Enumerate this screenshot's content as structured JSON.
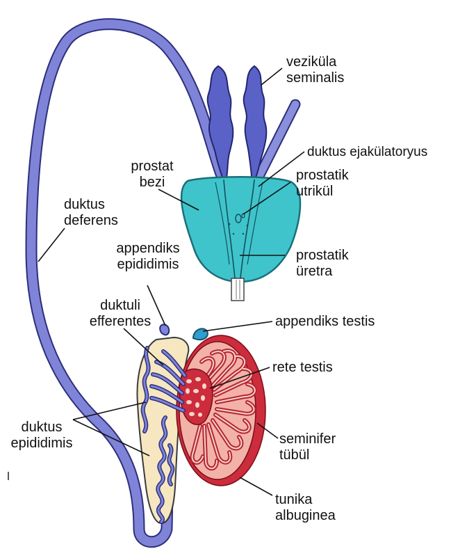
{
  "labels": {
    "vezikula_seminalis": [
      "veziküla",
      "seminalis"
    ],
    "duktus_ejakulatoryus": "duktus ejakülatoryus",
    "prostat_bezi": [
      "prostat",
      "bezi"
    ],
    "prostatik_utrikul": [
      "prostatik",
      "utrikül"
    ],
    "duktus_deferens": [
      "duktus",
      "deferens"
    ],
    "appendiks_epididimis": [
      "appendiks",
      "epididimis"
    ],
    "prostatik_uretra": [
      "prostatik",
      "üretra"
    ],
    "duktuli_efferentes": [
      "duktuli",
      "efferentes"
    ],
    "appendiks_testis": "appendiks testis",
    "rete_testis": "rete testis",
    "duktus_epididimis": [
      "duktus",
      "epididimis"
    ],
    "seminifer_tubul": [
      "seminifer",
      "tübül"
    ],
    "tunika_albuginea": [
      "tunika",
      "albuginea"
    ]
  },
  "colors": {
    "duct_blue": "#7f84d8",
    "duct_outline": "#2c2f7a",
    "prostate_teal": "#3fc4cc",
    "testis_pink": "#f2b2a8",
    "tubule_red": "#cc2c3c",
    "epididymis_cream": "#f6e7c0"
  }
}
